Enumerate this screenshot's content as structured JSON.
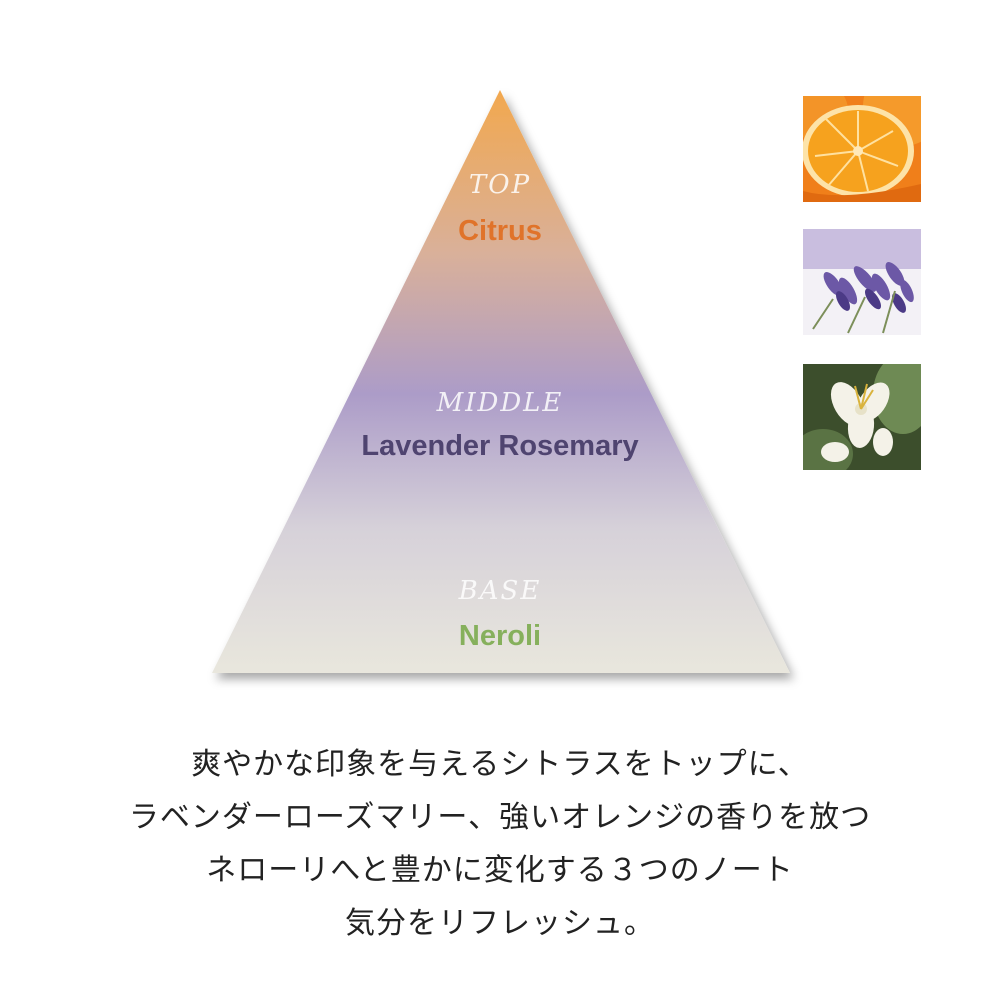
{
  "pyramid": {
    "top": {
      "label": "TOP",
      "note": "Citrus"
    },
    "middle": {
      "label": "MIDDLE",
      "note": "Lavender Rosemary"
    },
    "base": {
      "label": "BASE",
      "note": "Neroli"
    }
  },
  "colors": {
    "top": "#F0A955",
    "middle": "#A798C5",
    "base": "#E8E6DC",
    "top_note": "#E0732A",
    "middle_note": "#4F4470",
    "base_note": "#86B05C"
  },
  "caption": {
    "lines": [
      "爽やかな印象を与えるシトラスをトップに、",
      "ラベンダーローズマリー、強いオレンジの香りを放つ",
      "ネローリへと豊かに変化する３つのノート",
      "気分をリフレッシュ。"
    ]
  }
}
